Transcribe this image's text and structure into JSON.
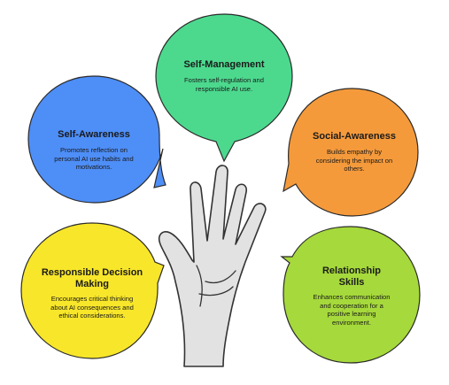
{
  "competencies": [
    {
      "id": "self-management",
      "title": "Self-Management",
      "description": "Fosters self-regulation and responsible AI use.",
      "color": "#4CD98E"
    },
    {
      "id": "self-awareness",
      "title": "Self-Awareness",
      "description": "Promotes reflection on personal AI use habits and motivations.",
      "color": "#4E8EF7"
    },
    {
      "id": "social-awareness",
      "title": "Social-Awareness",
      "description": "Builds empathy by considering the impact on others.",
      "color": "#F59A3B"
    },
    {
      "id": "responsible-decision-making",
      "title": "Responsible Decision Making",
      "description": "Encourages critical thinking about AI consequences and ethical considerations.",
      "color": "#F8E62A"
    },
    {
      "id": "relationship-skills",
      "title": "Relationship Skills",
      "description": "Enhances communication and cooperation for a positive learning environment.",
      "color": "#A6D93B"
    }
  ],
  "hand": {
    "fill": "#E2E2E2",
    "stroke": "#333333"
  }
}
